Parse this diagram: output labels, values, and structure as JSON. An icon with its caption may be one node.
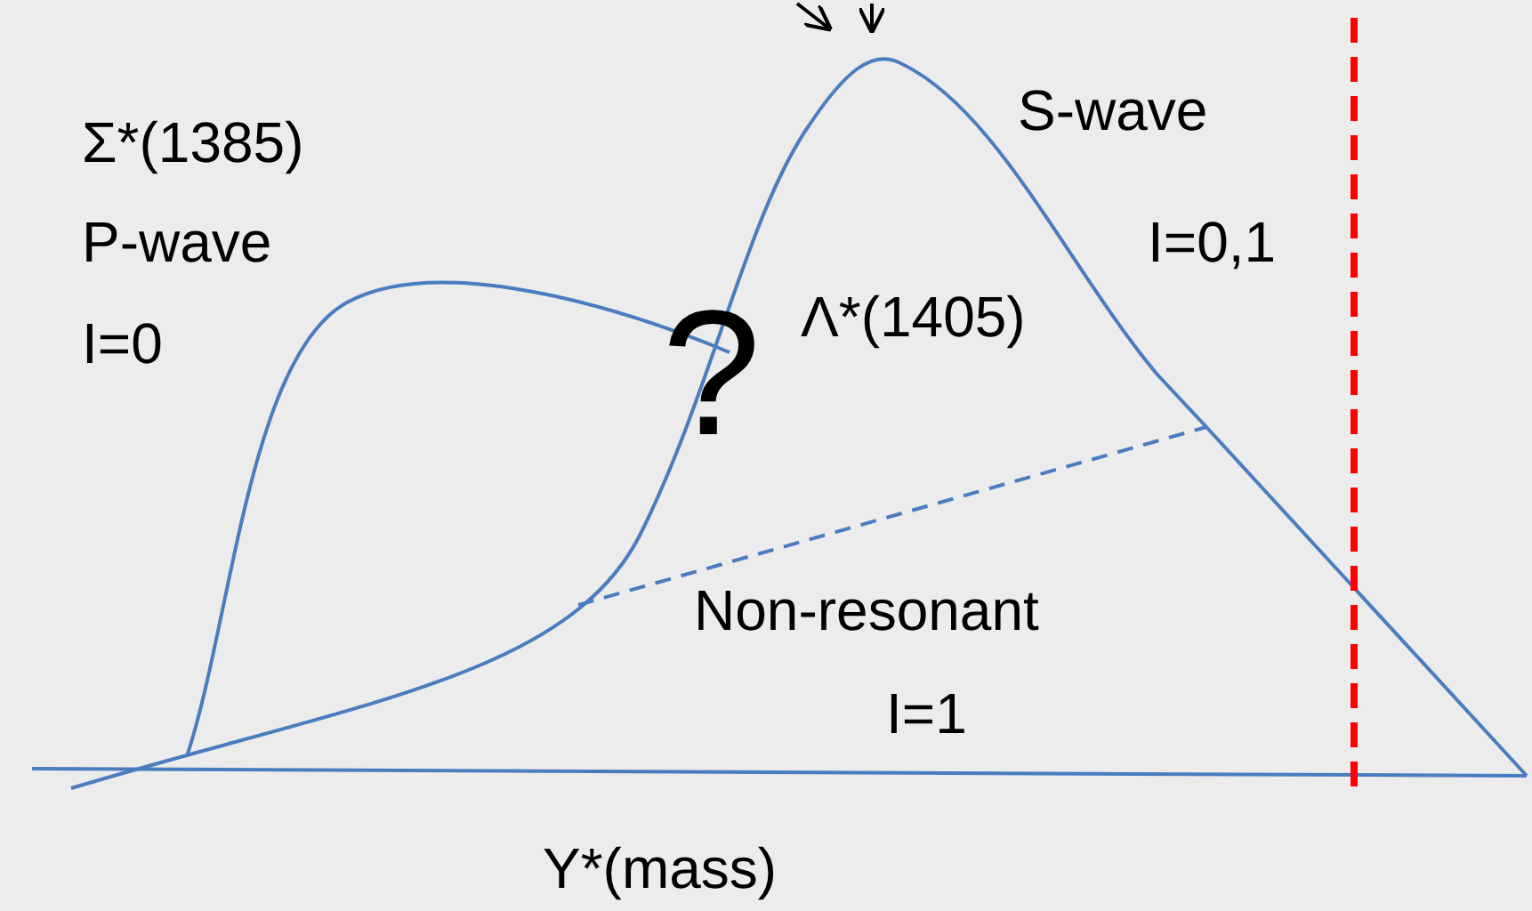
{
  "diagram": {
    "labels": [
      "Σ*(1385)",
      "P-wave",
      "I=0",
      "S-wave",
      "I=0,1",
      "Λ*(1405)",
      "?",
      "Non-resonant",
      "I=1",
      "Y*(mass)"
    ]
  }
}
